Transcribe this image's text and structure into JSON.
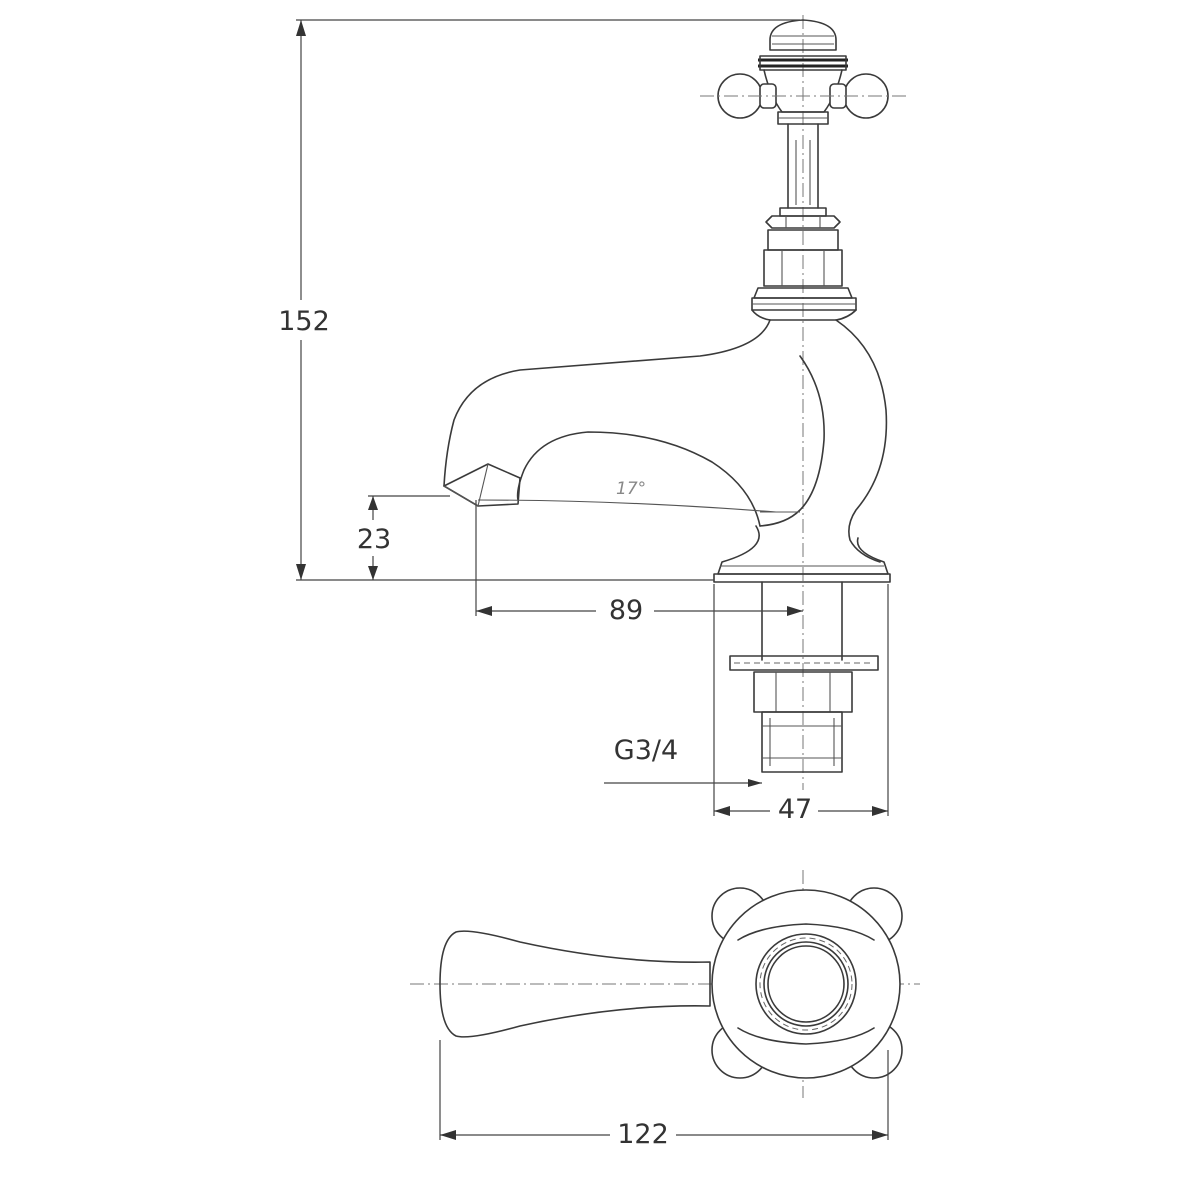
{
  "dimensions": {
    "overall_height": "152",
    "spout_height": "23",
    "spout_projection": "89",
    "thread": "G3/4",
    "base_width": "47",
    "overall_length": "122",
    "spout_angle": "17°"
  }
}
